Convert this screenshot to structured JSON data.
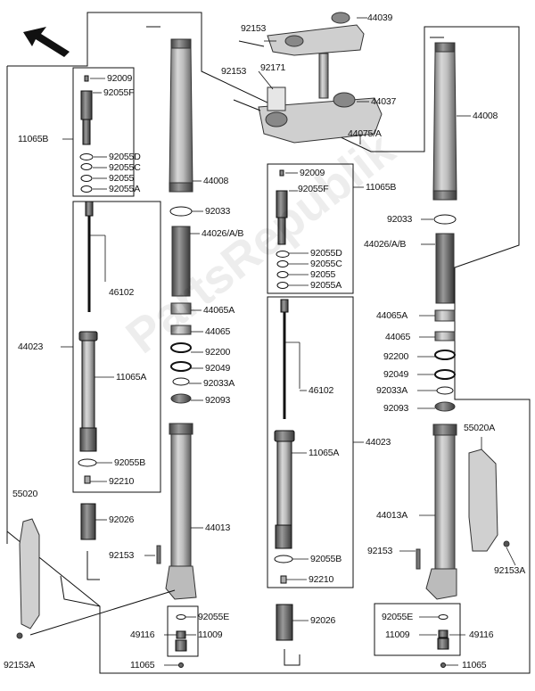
{
  "watermark": "PartsRepublik",
  "colors": {
    "line": "#111111",
    "tube": "#9a9a9a",
    "tube_dark": "#555555",
    "bracket": "#c8c8c8"
  },
  "labels": {
    "l92153_top": "92153",
    "l44039": "44039",
    "l92153_b": "92153",
    "l92171": "92171",
    "l44037": "44037",
    "l44075": "44075/A",
    "l44008_r": "44008",
    "l92009_l": "92009",
    "l92055F_l": "92055F",
    "l11065B_l": "11065B",
    "l92055D_l": "92055D",
    "l92055C_l": "92055C",
    "l92055_l": "92055",
    "l92055A_l": "92055A",
    "l44008_l": "44008",
    "l92033_l": "92033",
    "l44026_l": "44026/A/B",
    "l46102_l": "46102",
    "l44023_l": "44023",
    "l11065A_l": "11065A",
    "l44065A_l": "44065A",
    "l44065_l": "44065",
    "l92200_l": "92200",
    "l92049_l": "92049",
    "l92033A_l": "92033A",
    "l92093_l": "92093",
    "l92055B_l": "92055B",
    "l92210_l": "92210",
    "l55020": "55020",
    "l92026_l": "92026",
    "l44013": "44013",
    "l92153_l": "92153",
    "l92055E_l": "92055E",
    "l49116_l": "49116",
    "l11009_l": "11009",
    "l11065_l": "11065",
    "l92153A_l": "92153A",
    "l92009_m": "92009",
    "l92055F_m": "92055F",
    "l11065B_m": "11065B",
    "l92055D_m": "92055D",
    "l92055C_m": "92055C",
    "l92055_m": "92055",
    "l92055A_m": "92055A",
    "l46102_m": "46102",
    "l44023_m": "44023",
    "l11065A_m": "11065A",
    "l92055B_m": "92055B",
    "l92210_m": "92210",
    "l92026_m": "92026",
    "l92033_r": "92033",
    "l44026_r": "44026/A/B",
    "l44065A_r": "44065A",
    "l44065_r": "44065",
    "l92200_r": "92200",
    "l92049_r": "92049",
    "l92033A_r": "92033A",
    "l92093_r": "92093",
    "l55020A": "55020A",
    "l44013A": "44013A",
    "l92153_r": "92153",
    "l92153A_r": "92153A",
    "l92055E_r": "92055E",
    "l11009_r": "11009",
    "l49116_r": "49116",
    "l11065_r": "11065"
  }
}
